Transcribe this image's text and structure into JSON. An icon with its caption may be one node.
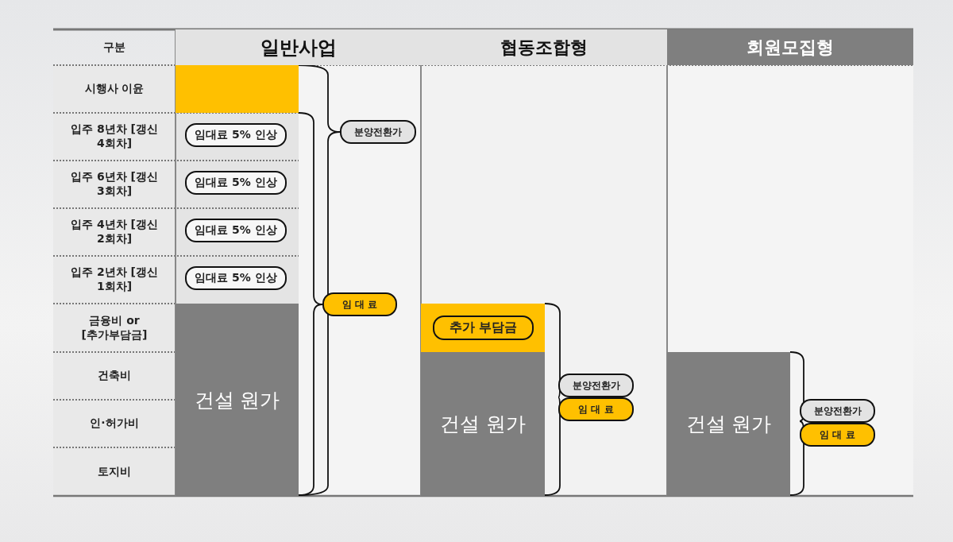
{
  "diagram": {
    "nodes": [
      {
        "text": [],
        "shape": "box"
      },
      {
        "text": [
          "임대료 5% 인상"
        ]
      },
      {
        "text": [
          "임대료 5% 인상"
        ]
      },
      {
        "text": [
          "임대료 5% 인상"
        ]
      },
      {
        "text": [
          "임대료 5% 인상"
        ]
      },
      {
        "text": [
          "건설 원가"
        ]
      },
      {
        "text": [
          "분양전환가"
        ]
      },
      {
        "text": [
          "임 대 료"
        ]
      },
      {
        "text": [],
        "shape": "box"
      },
      {
        "text": [
          "추가 부담금"
        ],
        "in": 8
      },
      {
        "text": [
          "건설 원가"
        ]
      },
      {
        "text": [
          "분양전환가"
        ]
      },
      {
        "text": [
          "임 대 료"
        ]
      },
      {
        "text": [
          "건설 원가"
        ]
      },
      {
        "text": [
          "분양전환가"
        ]
      },
      {
        "text": [
          "임 대 료"
        ]
      }
    ],
    "labels": [
      "구분",
      "일반사업",
      "협동조합형",
      "회원모집형",
      "시행사 이윤",
      "입주 8년차 [갱신 4회차]",
      "입주 6년차 [갱신 3회차]",
      "입주 4년차 [갱신 2회차]",
      "입주 2년차 [갱신 1회차]",
      "금융비 or [추가부담금]",
      "건축비",
      "인·허가비",
      "토지비"
    ]
  }
}
